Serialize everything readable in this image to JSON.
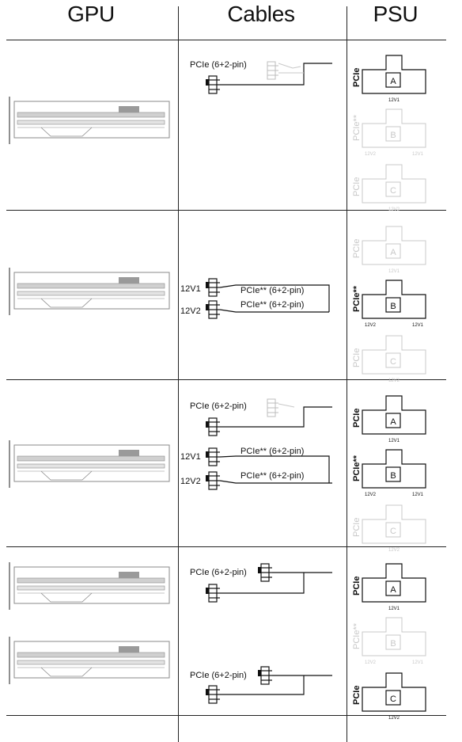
{
  "headers": {
    "gpu": "GPU",
    "cables": "Cables",
    "psu": "PSU"
  },
  "labels": {
    "pcie_6_2_pin": "PCIe (6+2-pin)",
    "pcie_dual_6_2_pin": "PCIe** (6+2-pin)",
    "v12v1": "12V1",
    "v12v2": "12V2",
    "psu_pcie": "PCIe",
    "psu_pcie_dual": "PCIe**",
    "port_a": "A",
    "port_b": "B",
    "port_c": "C"
  },
  "rows": [
    {
      "id": "row-1",
      "active_ports": [
        "A"
      ],
      "gpus": 1
    },
    {
      "id": "row-2",
      "active_ports": [
        "B"
      ],
      "gpus": 1
    },
    {
      "id": "row-3",
      "active_ports": [
        "A",
        "B"
      ],
      "gpus": 1
    },
    {
      "id": "row-4",
      "active_ports": [
        "A",
        "C"
      ],
      "gpus": 2
    }
  ],
  "colors": {
    "line": "#111111",
    "faded": "#c8c8c8",
    "gpu": "#7a7a7a"
  }
}
